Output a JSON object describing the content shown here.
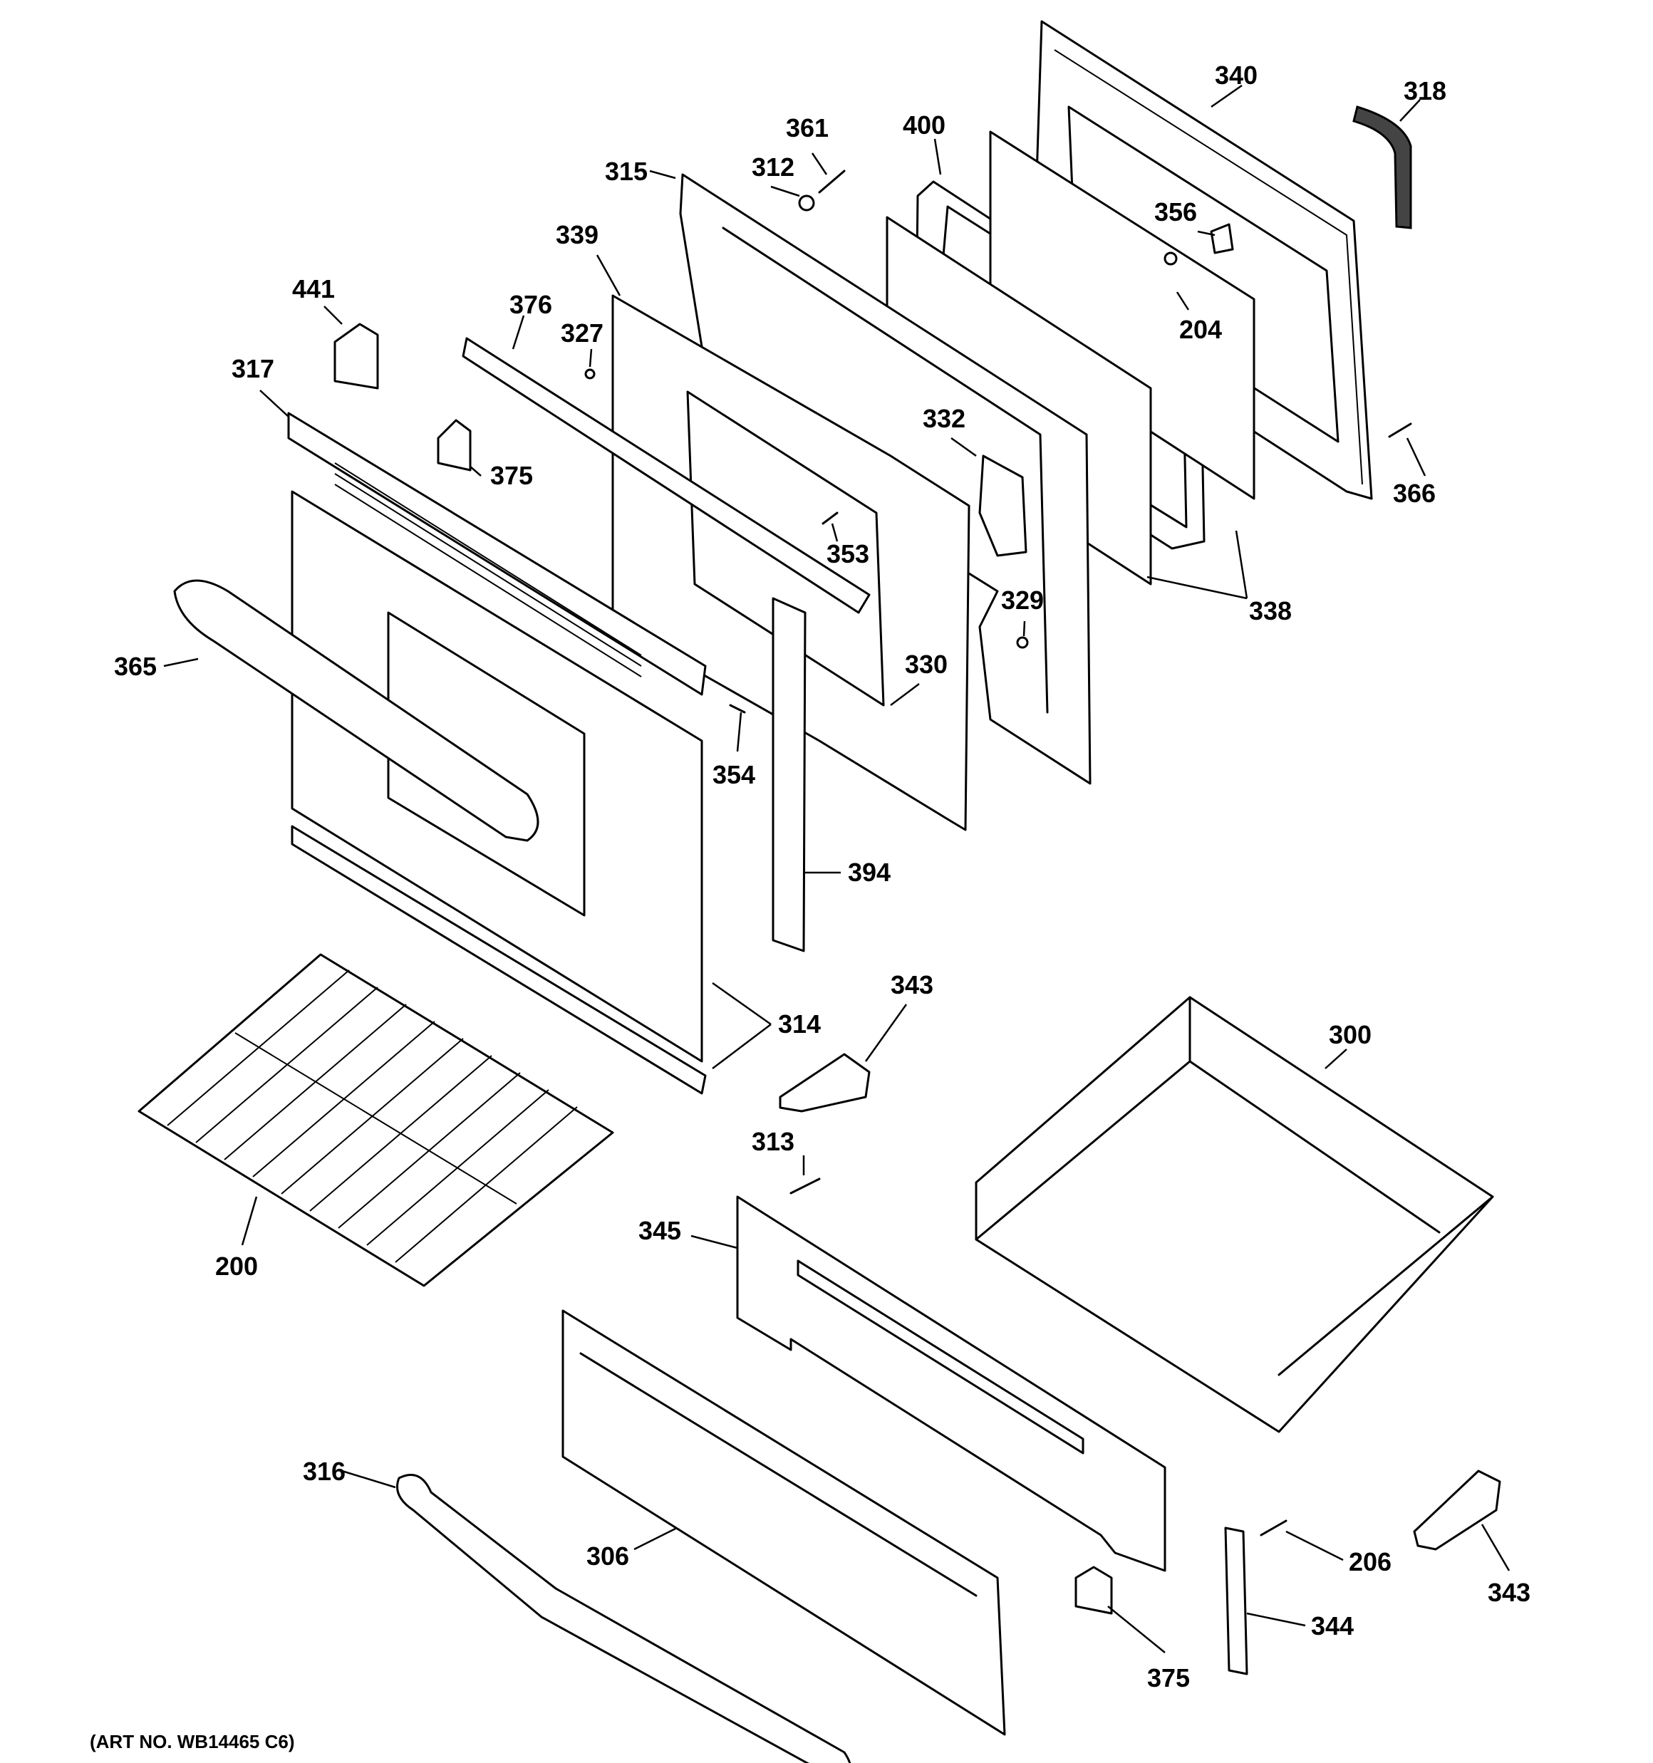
{
  "art_number": "(ART NO. WB14465 C6)",
  "labels": [
    {
      "id": "p340",
      "text": "340"
    },
    {
      "id": "p318",
      "text": "318"
    },
    {
      "id": "p400",
      "text": "400"
    },
    {
      "id": "p361",
      "text": "361"
    },
    {
      "id": "p315",
      "text": "315"
    },
    {
      "id": "p312",
      "text": "312"
    },
    {
      "id": "p356",
      "text": "356"
    },
    {
      "id": "p339",
      "text": "339"
    },
    {
      "id": "p204",
      "text": "204"
    },
    {
      "id": "p441",
      "text": "441"
    },
    {
      "id": "p376",
      "text": "376"
    },
    {
      "id": "p327",
      "text": "327"
    },
    {
      "id": "p317",
      "text": "317"
    },
    {
      "id": "p375a",
      "text": "375"
    },
    {
      "id": "p332",
      "text": "332"
    },
    {
      "id": "p366",
      "text": "366"
    },
    {
      "id": "p353",
      "text": "353"
    },
    {
      "id": "p338",
      "text": "338"
    },
    {
      "id": "p329",
      "text": "329"
    },
    {
      "id": "p365",
      "text": "365"
    },
    {
      "id": "p330",
      "text": "330"
    },
    {
      "id": "p354",
      "text": "354"
    },
    {
      "id": "p394",
      "text": "394"
    },
    {
      "id": "p343a",
      "text": "343"
    },
    {
      "id": "p314",
      "text": "314"
    },
    {
      "id": "p300",
      "text": "300"
    },
    {
      "id": "p313",
      "text": "313"
    },
    {
      "id": "p345",
      "text": "345"
    },
    {
      "id": "p200",
      "text": "200"
    },
    {
      "id": "p316",
      "text": "316"
    },
    {
      "id": "p306",
      "text": "306"
    },
    {
      "id": "p206",
      "text": "206"
    },
    {
      "id": "p343b",
      "text": "343"
    },
    {
      "id": "p344",
      "text": "344"
    },
    {
      "id": "p375b",
      "text": "375"
    }
  ]
}
